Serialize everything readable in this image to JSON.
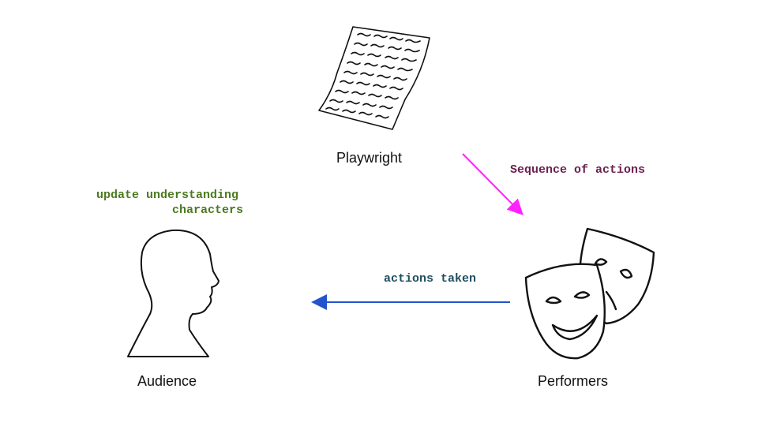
{
  "nodes": {
    "playwright": {
      "label": "Playwright",
      "icon": "script-paper-icon"
    },
    "performers": {
      "label": "Performers",
      "icon": "theater-masks-icon"
    },
    "audience": {
      "label": "Audience",
      "icon": "head-silhouette-icon"
    }
  },
  "edges": {
    "playwright_to_performers": {
      "label": "Sequence of actions",
      "color": "#ff22ff",
      "label_color": "#6b1f4f"
    },
    "performers_to_audience": {
      "label": "actions taken",
      "color": "#2255cc",
      "label_color": "#1f4f5f"
    }
  },
  "audience_note": {
    "line1": "update understanding",
    "line2": "characters",
    "color": "#4a7a1e"
  }
}
